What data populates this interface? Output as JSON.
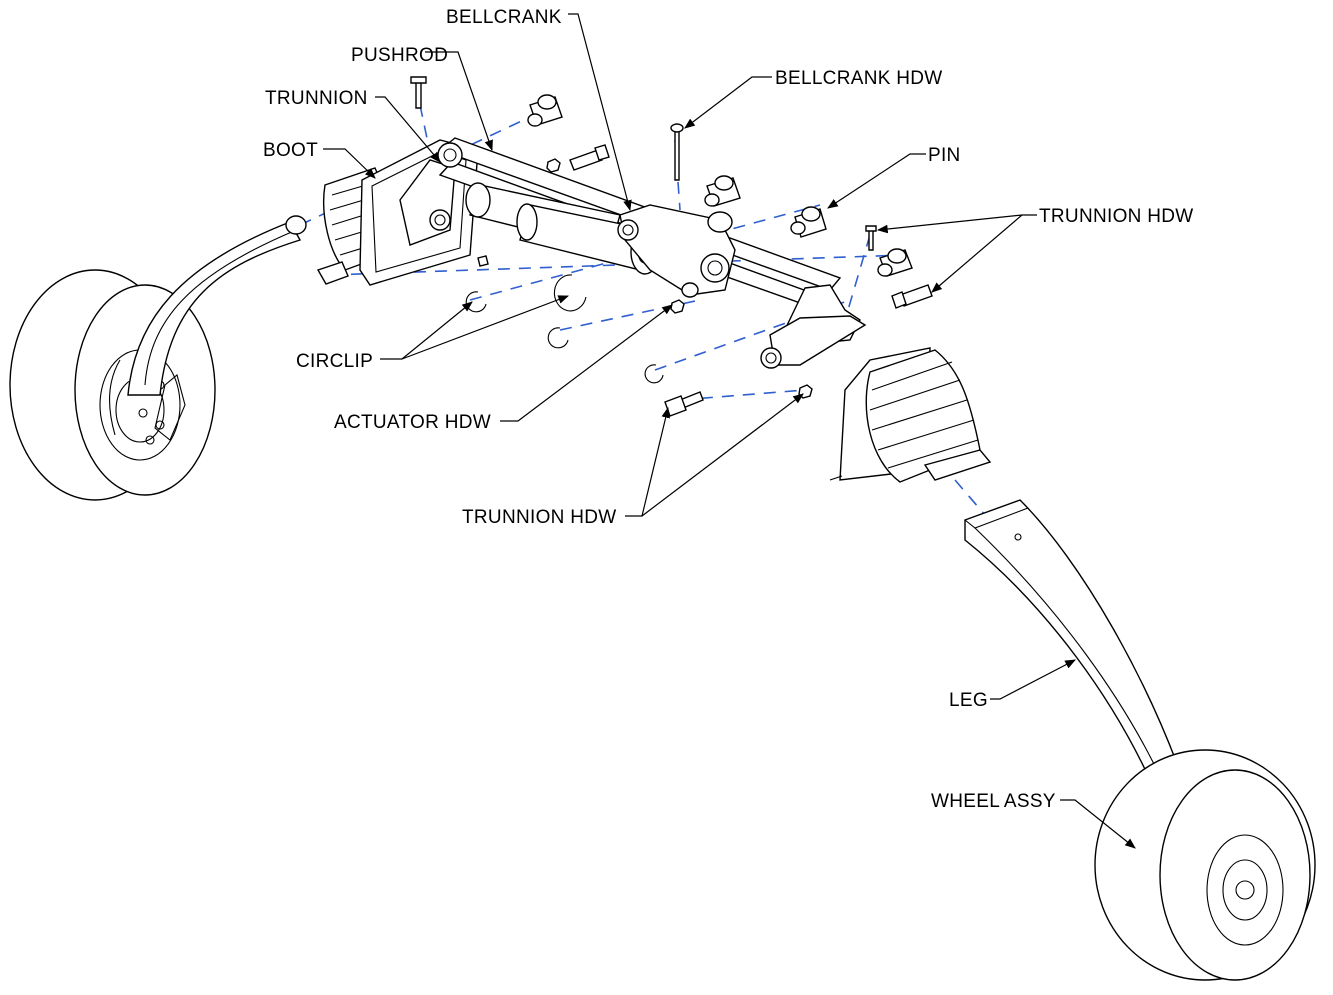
{
  "labels": {
    "bellcrank": "BELLCRANK",
    "pushrod": "PUSHROD",
    "trunnion": "TRUNNION",
    "boot": "BOOT",
    "bellcrank_hdw": "BELLCRANK HDW",
    "pin": "PIN",
    "trunnion_hdw_right": "TRUNNION HDW",
    "circlip": "CIRCLIP",
    "actuator_hdw": "ACTUATOR HDW",
    "trunnion_hdw_lower": "TRUNNION HDW",
    "leg": "LEG",
    "wheel_assy": "WHEEL ASSY"
  },
  "colors": {
    "lines": "#000000",
    "axis_dash": "#2f5fd0",
    "background": "#ffffff"
  }
}
